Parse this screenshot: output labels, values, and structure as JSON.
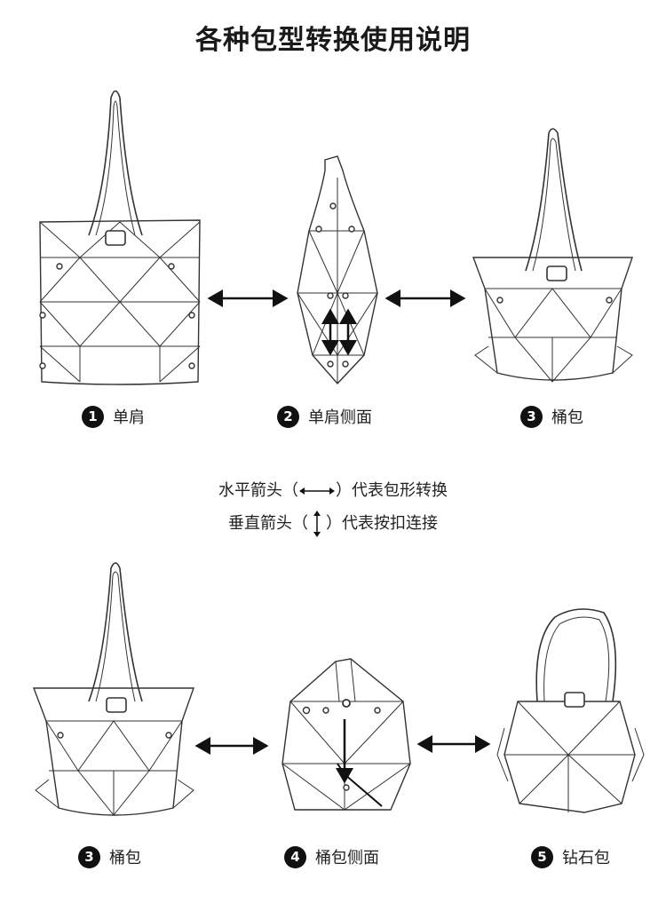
{
  "title": "各种包型转换使用说明",
  "row1": [
    {
      "num": "1",
      "name": "单肩"
    },
    {
      "num": "2",
      "name": "单肩侧面"
    },
    {
      "num": "3",
      "name": "桶包"
    }
  ],
  "legend": {
    "line1_pre": "水平箭头（",
    "line1_post": "）代表包形转换",
    "line2_pre": "垂直箭头（",
    "line2_post": "）代表按扣连接"
  },
  "row2": [
    {
      "num": "3",
      "name": "桶包"
    },
    {
      "num": "4",
      "name": "桶包侧面"
    },
    {
      "num": "5",
      "name": "钻石包"
    }
  ],
  "colors": {
    "line": "#333333",
    "ink": "#111111"
  }
}
